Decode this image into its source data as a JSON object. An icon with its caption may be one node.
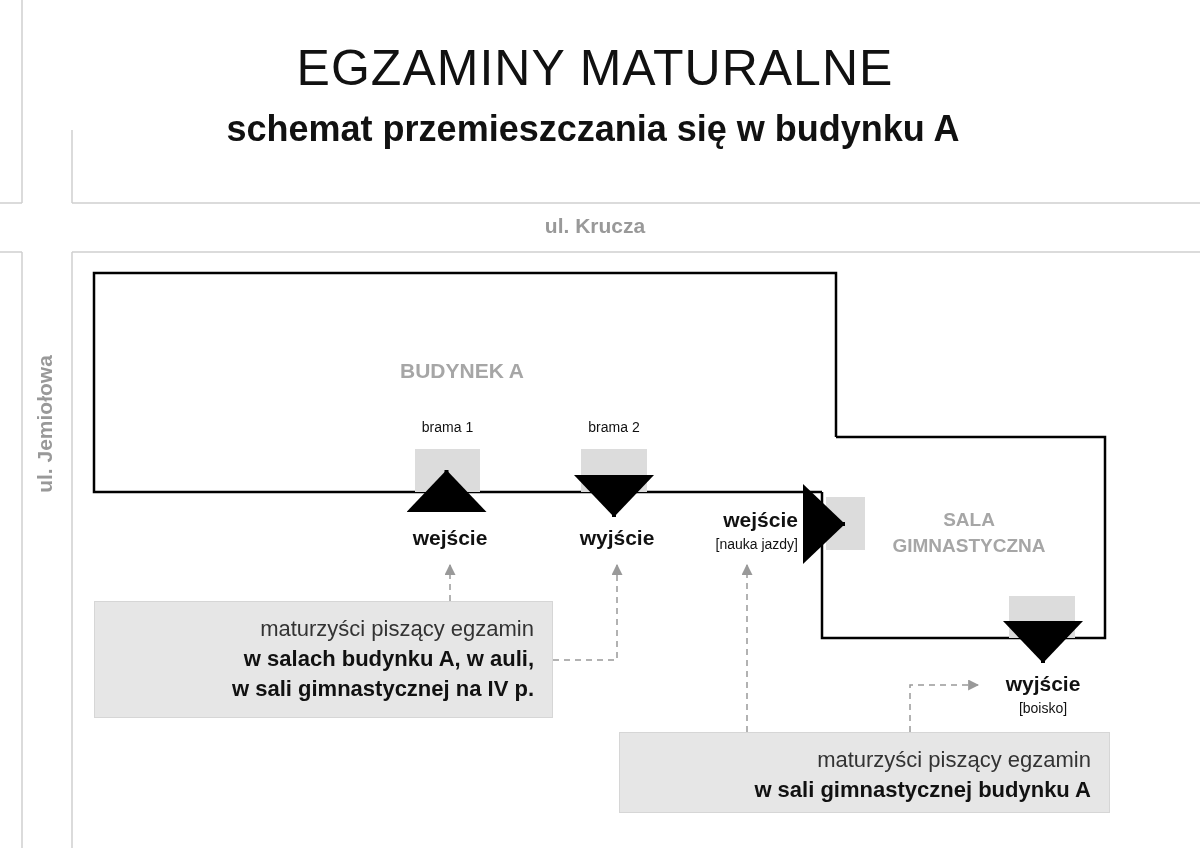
{
  "diagram": {
    "title": "EGZAMINY MATURALNE",
    "nodes": [
      {
        "text": [
          "BUDYNEK A"
        ]
      },
      {
        "text": [
          "SALA GIMNASTYCZNA"
        ]
      },
      {
        "text": [
          "brama 1"
        ],
        "in": 0
      },
      {
        "text": [
          "brama 2"
        ],
        "in": 0
      },
      {
        "text": [],
        "shape": "box",
        "in": 1
      },
      {
        "text": [],
        "shape": "box",
        "in": 1
      },
      {
        "text": [
          "wejście"
        ]
      },
      {
        "text": [
          "wyjście"
        ]
      },
      {
        "text": [
          "wejście",
          "[nauka jazdy]"
        ]
      },
      {
        "text": [
          "wyjście",
          "[boisko]"
        ]
      },
      {
        "text": [
          "maturzyści piszący egzamin",
          "w salach budynku A, w auli, w sali gimnastycznej na IV p."
        ]
      },
      {
        "text": [
          "maturzyści piszący egzamin",
          "w sali gimnastycznej budynku A"
        ]
      }
    ],
    "edges": [
      {
        "from": 10,
        "to": 6,
        "arrow": "to",
        "style": "dashed"
      },
      {
        "from": 10,
        "to": 7,
        "arrow": "to",
        "style": "dashed"
      },
      {
        "from": 11,
        "to": 8,
        "arrow": "to",
        "style": "dashed"
      },
      {
        "from": 11,
        "to": 9,
        "arrow": "to",
        "style": "dashed"
      },
      {
        "from": 6,
        "to": 2,
        "arrow": "to",
        "style": "thick",
        "color": "#000000"
      },
      {
        "from": 3,
        "to": 7,
        "arrow": "to",
        "style": "thick",
        "color": "#000000"
      },
      {
        "from": 8,
        "to": 4,
        "arrow": "to",
        "style": "thick",
        "color": "#000000"
      },
      {
        "from": 5,
        "to": 9,
        "arrow": "to",
        "style": "thick",
        "color": "#000000"
      }
    ],
    "labels": [
      "schemat przemieszczania się w budynku A",
      "ul. Krucza",
      "ul. Jemiołowa"
    ]
  }
}
